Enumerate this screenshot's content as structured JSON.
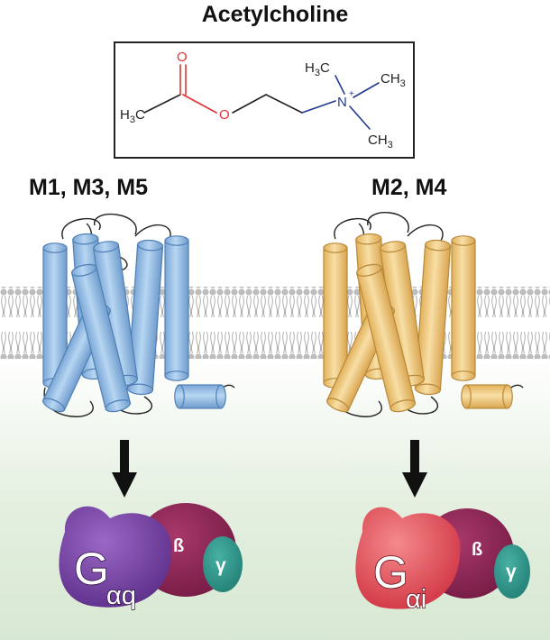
{
  "title": "Acetylcholine",
  "molecule": {
    "o_top": "O",
    "o_ester": "O",
    "h3c_left": "H",
    "h3c_left_sub": "3",
    "h3c_left_c": "C",
    "h3c_top": "H",
    "h3c_top_sub": "3",
    "h3c_top_c": "C",
    "ch3_right": "CH",
    "ch3_right_sub": "3",
    "ch3_bottom": "CH",
    "ch3_bottom_sub": "3",
    "nitrogen": "N",
    "charge": "+"
  },
  "groups": [
    {
      "label": "M1, M3, M5",
      "receptor_color": "#9cc3e8",
      "g_letter": "G",
      "g_subscript": "αq",
      "alpha_color": "#6a3a98",
      "beta": "ß",
      "gamma": "γ",
      "beta_color": "#8a2453",
      "gamma_color": "#2a958a"
    },
    {
      "label": "M2, M4",
      "receptor_color": "#f0cc8a",
      "g_letter": "G",
      "g_subscript": "αi",
      "alpha_color": "#dc4650",
      "beta": "ß",
      "gamma": "γ",
      "beta_color": "#8a2453",
      "gamma_color": "#2a958a"
    }
  ]
}
